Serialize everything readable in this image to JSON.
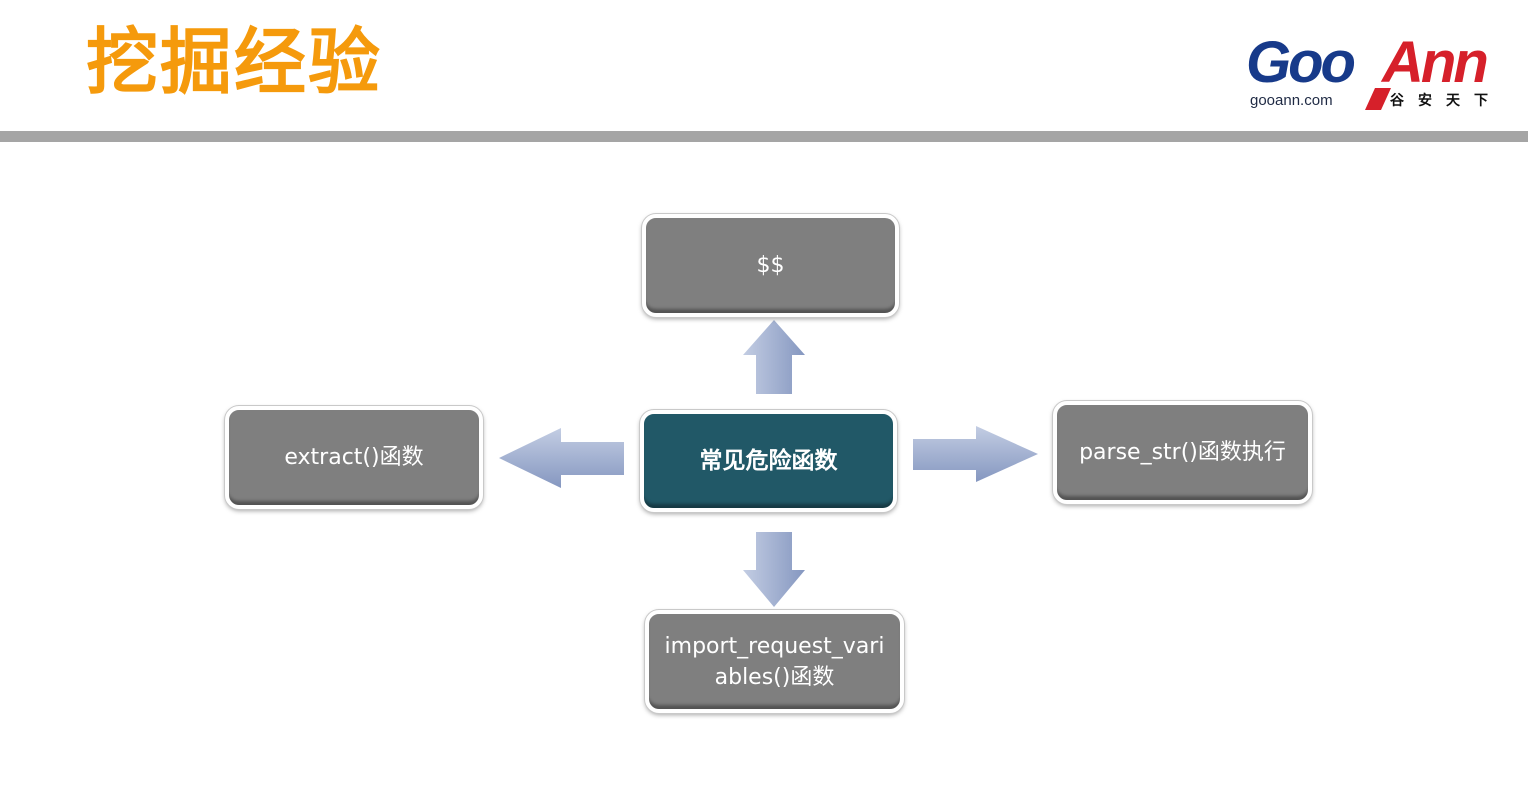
{
  "header": {
    "title": "挖掘经验",
    "logo": {
      "wordmark_left": "Goo",
      "wordmark_right": "Ann",
      "domain": "gooann.com",
      "chinese": "谷安天下"
    }
  },
  "diagram": {
    "center": "常见危险函数",
    "top": "$$",
    "left": "extract()函数",
    "right": "parse_str()函数执行",
    "bottom_line1": "import_request_vari",
    "bottom_line2": "ables()函数"
  },
  "colors": {
    "title": "#f59a0c",
    "center_box": "#215867",
    "outer_box": "#7f7f7f",
    "arrow": "#9aaccc",
    "divider": "#a5a5a5",
    "logo_blue": "#173a8a",
    "logo_red": "#d6202a"
  }
}
